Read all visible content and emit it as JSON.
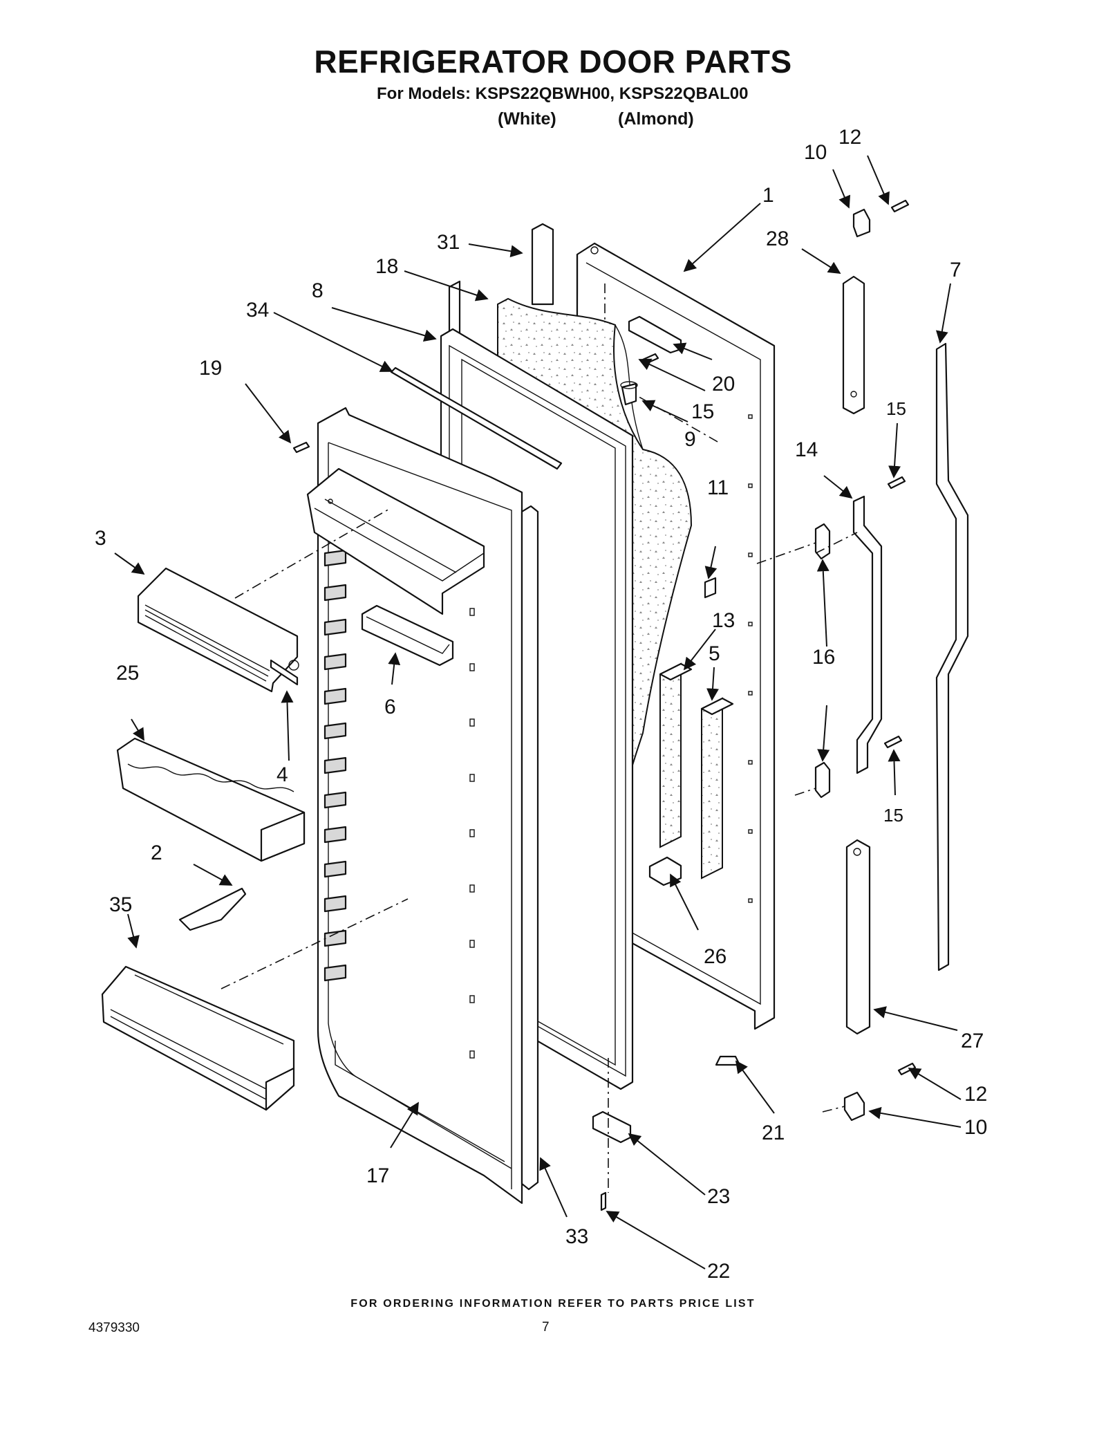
{
  "header": {
    "title": "REFRIGERATOR DOOR PARTS",
    "models": "For Models: KSPS22QBWH00, KSPS22QBAL00",
    "variant_white": "(White)",
    "variant_almond": "(Almond)"
  },
  "footer": {
    "ordering_note": "FOR ORDERING INFORMATION REFER TO PARTS PRICE LIST",
    "document_number": "4379330",
    "page_number": "7"
  },
  "callouts": [
    "1",
    "2",
    "3",
    "4",
    "5",
    "6",
    "7",
    "8",
    "9",
    "10",
    "10",
    "11",
    "12",
    "12",
    "13",
    "14",
    "15",
    "15",
    "15",
    "16",
    "17",
    "18",
    "19",
    "20",
    "21",
    "22",
    "23",
    "25",
    "26",
    "27",
    "28",
    "31",
    "33",
    "34",
    "35"
  ]
}
